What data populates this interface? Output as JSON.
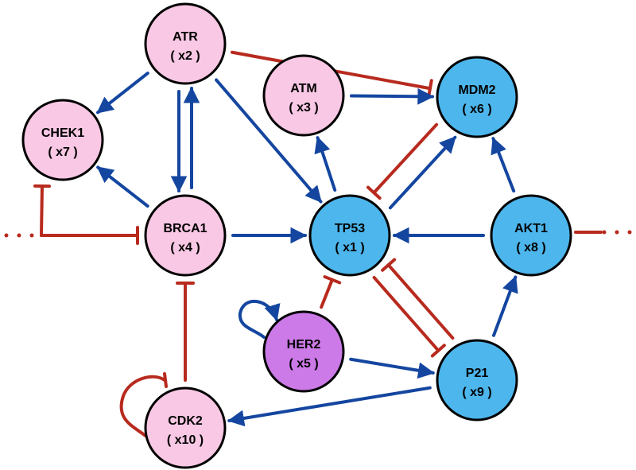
{
  "colors": {
    "activation": "#1446a0",
    "inhibition": "#b82a1e",
    "pink_node": "#f9c8e4",
    "blue_node": "#4db6ec",
    "purple_node": "#cc7ae8",
    "outline": "#000000"
  },
  "nodes": [
    {
      "id": "atr",
      "name": "ATR",
      "index": "( x2 )",
      "color": "pink_node"
    },
    {
      "id": "atm",
      "name": "ATM",
      "index": "( x3 )",
      "color": "pink_node"
    },
    {
      "id": "mdm2",
      "name": "MDM2",
      "index": "( x6 )",
      "color": "blue_node"
    },
    {
      "id": "chek1",
      "name": "CHEK1",
      "index": "( x7 )",
      "color": "pink_node"
    },
    {
      "id": "brca1",
      "name": "BRCA1",
      "index": "( x4 )",
      "color": "pink_node"
    },
    {
      "id": "tp53",
      "name": "TP53",
      "index": "( x1 )",
      "color": "blue_node"
    },
    {
      "id": "akt1",
      "name": "AKT1",
      "index": "( x8 )",
      "color": "blue_node"
    },
    {
      "id": "her2",
      "name": "HER2",
      "index": "( x5 )",
      "color": "purple_node"
    },
    {
      "id": "p21",
      "name": "P21",
      "index": "( x9 )",
      "color": "blue_node"
    },
    {
      "id": "cdk2",
      "name": "CDK2",
      "index": "( x10 )",
      "color": "pink_node"
    }
  ],
  "edges": [
    {
      "from": "atr",
      "to": "chek1",
      "type": "activation"
    },
    {
      "from": "atr",
      "to": "brca1",
      "type": "activation"
    },
    {
      "from": "brca1",
      "to": "atr",
      "type": "activation"
    },
    {
      "from": "atr",
      "to": "tp53",
      "type": "activation"
    },
    {
      "from": "atr",
      "to": "mdm2",
      "type": "inhibition"
    },
    {
      "from": "atm",
      "to": "mdm2",
      "type": "activation"
    },
    {
      "from": "brca1",
      "to": "chek1",
      "type": "activation"
    },
    {
      "from": "brca1",
      "to": "tp53",
      "type": "activation"
    },
    {
      "from": "brca1",
      "to": "chek1",
      "type": "inhibition",
      "via": "left-dotted-input"
    },
    {
      "from": "tp53",
      "to": "atm",
      "type": "activation"
    },
    {
      "from": "tp53",
      "to": "mdm2",
      "type": "activation"
    },
    {
      "from": "mdm2",
      "to": "tp53",
      "type": "inhibition"
    },
    {
      "from": "tp53",
      "to": "p21",
      "type": "inhibition"
    },
    {
      "from": "p21",
      "to": "tp53",
      "type": "inhibition"
    },
    {
      "from": "akt1",
      "to": "tp53",
      "type": "activation"
    },
    {
      "from": "akt1",
      "to": "mdm2",
      "type": "activation"
    },
    {
      "from": "her2",
      "to": "tp53",
      "type": "inhibition"
    },
    {
      "from": "her2",
      "to": "her2",
      "type": "activation",
      "self": true
    },
    {
      "from": "her2",
      "to": "p21",
      "type": "activation"
    },
    {
      "from": "p21",
      "to": "akt1",
      "type": "activation"
    },
    {
      "from": "p21",
      "to": "cdk2",
      "type": "activation"
    },
    {
      "from": "cdk2",
      "to": "brca1",
      "type": "inhibition"
    },
    {
      "from": "cdk2",
      "to": "cdk2",
      "type": "inhibition",
      "self": true
    }
  ],
  "external": [
    {
      "attached_to": "brca1",
      "side": "left",
      "type": "inhibition"
    },
    {
      "attached_to": "akt1",
      "side": "right",
      "type": "inhibition"
    }
  ]
}
